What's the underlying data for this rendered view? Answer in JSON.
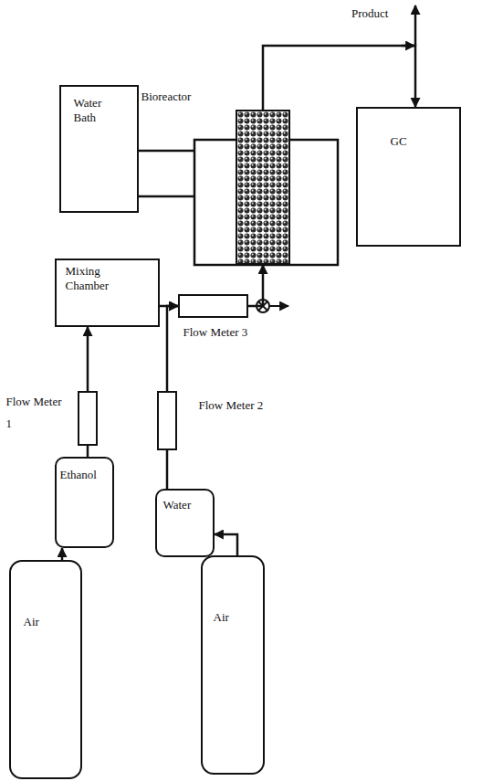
{
  "diagram": {
    "nodes": [
      {
        "text": [
          "Water Bath"
        ]
      },
      {
        "text": [
          "Bioreactor"
        ]
      },
      {
        "text": [
          "GC"
        ]
      },
      {
        "text": [
          "Mixing Chamber"
        ]
      },
      {
        "text": [
          "Flow Meter 3"
        ]
      },
      {
        "text": [
          "Flow Meter 1"
        ]
      },
      {
        "text": [
          "Flow Meter 2"
        ]
      },
      {
        "text": [
          "Ethanol"
        ]
      },
      {
        "text": [
          "Water"
        ]
      },
      {
        "text": [
          "Air"
        ]
      },
      {
        "text": [
          "Air"
        ]
      }
    ],
    "edges": [
      {
        "from": 9,
        "to": 7,
        "arrow": "to"
      },
      {
        "from": 7,
        "to": 5,
        "arrow": "none"
      },
      {
        "from": 5,
        "to": 3,
        "arrow": "to"
      },
      {
        "from": 10,
        "to": 8,
        "arrow": "to"
      },
      {
        "from": 8,
        "to": 6,
        "arrow": "none"
      },
      {
        "from": 6,
        "to": 4,
        "arrow": "to"
      },
      {
        "from": 3,
        "to": 4,
        "arrow": "to"
      },
      {
        "from": 4,
        "to": 1,
        "arrow": "to"
      },
      {
        "from": 0,
        "to": 1,
        "arrow": "none"
      },
      {
        "from": 1,
        "to": 2,
        "arrow": "to"
      }
    ],
    "labels": [
      "Product"
    ]
  }
}
